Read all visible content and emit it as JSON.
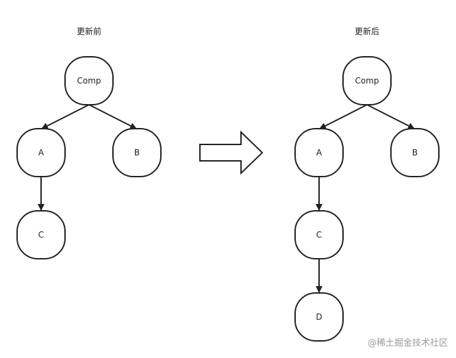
{
  "titles": {
    "before": "更新前",
    "after": "更新后"
  },
  "before_tree": {
    "comp": "Comp",
    "a": "A",
    "b": "B",
    "c": "C"
  },
  "after_tree": {
    "comp": "Comp",
    "a": "A",
    "b": "B",
    "c": "C",
    "d": "D"
  },
  "watermark": "@稀土掘金技术社区",
  "colors": {
    "stroke": "#222222",
    "fill": "#ffffff",
    "watermark": "#9a9a9a"
  }
}
